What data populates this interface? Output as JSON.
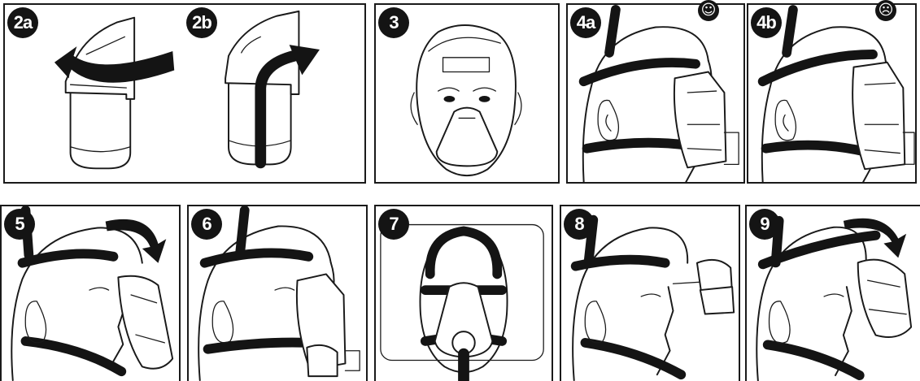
{
  "steps": {
    "s2a": "2a",
    "s2b": "2b",
    "s3": "3",
    "s4a": "4a",
    "s4b": "4b",
    "s5": "5",
    "s6": "6",
    "s7": "7",
    "s8": "8",
    "s9": "9"
  },
  "indicators": {
    "correct_icon": "happy-face",
    "incorrect_icon": "sad-face",
    "correct_glyph": "☺",
    "incorrect_glyph": "☹"
  },
  "colors": {
    "ink": "#141414",
    "paper": "#ffffff"
  }
}
